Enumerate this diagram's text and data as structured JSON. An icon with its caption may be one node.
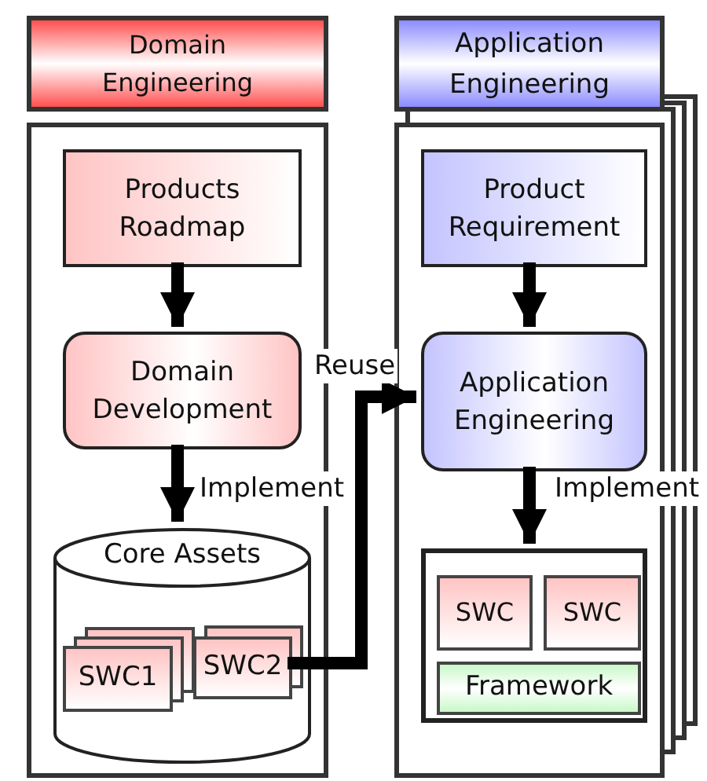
{
  "diagram": {
    "nodes": [
      {
        "text": [
          "Domain Engineering"
        ]
      },
      {
        "text": [],
        "shape": "box"
      },
      {
        "text": [
          "Products Roadmap"
        ],
        "in": 1
      },
      {
        "text": [
          "Domain Development"
        ],
        "in": 1
      },
      {
        "text": [
          "Core Assets"
        ],
        "in": 1
      },
      {
        "text": [
          "SWC1"
        ],
        "in": 4
      },
      {
        "text": [
          "SWC2"
        ],
        "in": 4
      },
      {
        "text": [
          "Application Engineering"
        ]
      },
      {
        "text": [],
        "shape": "box"
      },
      {
        "text": [
          "Product Requirement"
        ],
        "in": 8
      },
      {
        "text": [
          "Application Engineering"
        ],
        "in": 8
      },
      {
        "text": [],
        "shape": "box",
        "in": 8
      },
      {
        "text": [
          "SWC"
        ],
        "in": 11
      },
      {
        "text": [
          "SWC"
        ],
        "in": 11
      },
      {
        "text": [
          "Framework"
        ],
        "in": 11
      }
    ],
    "edges": [
      {
        "from": 2,
        "to": 3,
        "arrow": "to"
      },
      {
        "from": 3,
        "to": 4,
        "arrow": "to",
        "label": "Implement"
      },
      {
        "from": 6,
        "to": 10,
        "arrow": "to",
        "label": "Reuse"
      },
      {
        "from": 9,
        "to": 10,
        "arrow": "to"
      },
      {
        "from": 10,
        "to": 11,
        "arrow": "to",
        "label": "Implement"
      }
    ]
  }
}
